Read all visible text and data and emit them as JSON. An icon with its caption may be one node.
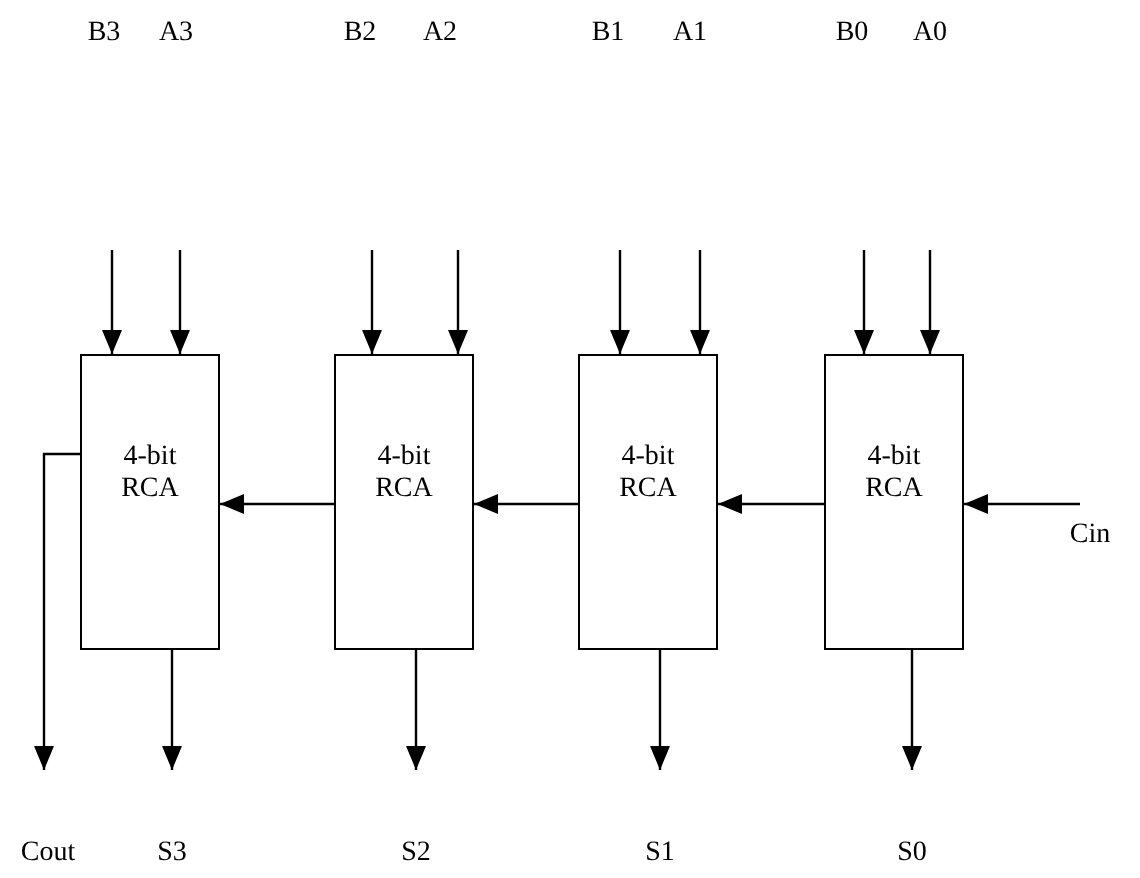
{
  "diagram": {
    "nodes": [
      {
        "text": [
          "4-bit RCA"
        ]
      },
      {
        "text": [
          "4-bit RCA"
        ]
      },
      {
        "text": [
          "4-bit RCA"
        ]
      },
      {
        "text": [
          "4-bit RCA"
        ]
      }
    ],
    "edges": [
      {
        "from": null,
        "to": 0,
        "arrow": "to"
      },
      {
        "from": null,
        "to": 0,
        "arrow": "to"
      },
      {
        "from": null,
        "to": 1,
        "arrow": "to"
      },
      {
        "from": null,
        "to": 1,
        "arrow": "to"
      },
      {
        "from": null,
        "to": 2,
        "arrow": "to"
      },
      {
        "from": null,
        "to": 2,
        "arrow": "to"
      },
      {
        "from": null,
        "to": 3,
        "arrow": "to"
      },
      {
        "from": null,
        "to": 3,
        "arrow": "to"
      },
      {
        "from": null,
        "to": 3,
        "arrow": "to"
      },
      {
        "from": 3,
        "to": 2,
        "arrow": "to"
      },
      {
        "from": 2,
        "to": 1,
        "arrow": "to"
      },
      {
        "from": 1,
        "to": 0,
        "arrow": "to"
      },
      {
        "from": 0,
        "to": null,
        "arrow": "to"
      },
      {
        "from": 0,
        "to": null,
        "arrow": "to"
      },
      {
        "from": 1,
        "to": null,
        "arrow": "to"
      },
      {
        "from": 2,
        "to": null,
        "arrow": "to"
      },
      {
        "from": 3,
        "to": null,
        "arrow": "to"
      }
    ],
    "labels": [
      "B3",
      "A3",
      "B2",
      "A2",
      "B1",
      "A1",
      "B0",
      "A0",
      "Cin",
      "Cout",
      "S3",
      "S2",
      "S1",
      "S0"
    ]
  }
}
